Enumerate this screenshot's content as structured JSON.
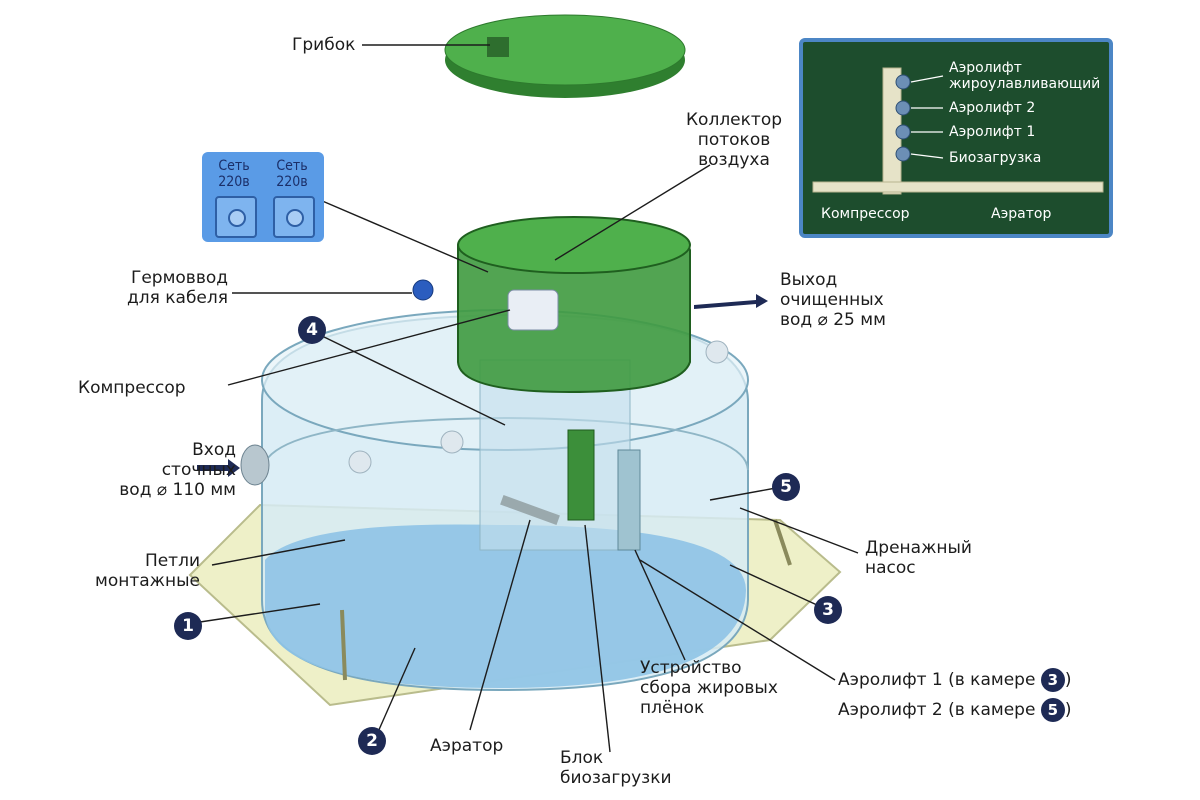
{
  "labels": {
    "hatch": "Грибок",
    "collector": [
      "Коллектор",
      "потоков",
      "воздуха"
    ],
    "cable_gland": [
      "Гермоввод",
      "для кабеля"
    ],
    "compressor": "Компрессор",
    "inlet": [
      "Вход",
      "сточных",
      "вод ⌀ 110 мм"
    ],
    "loops": [
      "Петли",
      "монтажные"
    ],
    "outlet": [
      "Выход",
      "очищенных",
      "вод ⌀ 25 мм"
    ],
    "drain_pump": [
      "Дренажный",
      "насос"
    ],
    "fat_device": [
      "Устройство",
      "сбора жировых",
      "плёнок"
    ],
    "aerator": "Аэратор",
    "bio_block": [
      "Блок",
      "биозагрузки"
    ],
    "airlift1": "Аэролифт 1 (в камере",
    "airlift2": "Аэролифт 2 (в камере",
    "close_paren": ")"
  },
  "power": {
    "socket1": [
      "Сеть",
      "220в"
    ],
    "socket2": [
      "Сеть",
      "220в"
    ]
  },
  "inset": {
    "items": [
      "Аэролифт",
      "жироулавливающий",
      "Аэролифт 2",
      "Аэролифт 1",
      "Биозагрузка"
    ],
    "compressor": "Компрессор",
    "aerator": "Аэратор"
  },
  "chambers": [
    "1",
    "2",
    "3",
    "4",
    "5"
  ],
  "colors": {
    "lid": "#3f9a3f",
    "water": "#8ec3e6",
    "tank": "#cfe6ef",
    "base": "#eef0c8",
    "badge": "#1e2a55",
    "inset_bg": "#1d4d2d",
    "inset_border": "#4c86c5",
    "power_bg": "#5a9be6"
  }
}
